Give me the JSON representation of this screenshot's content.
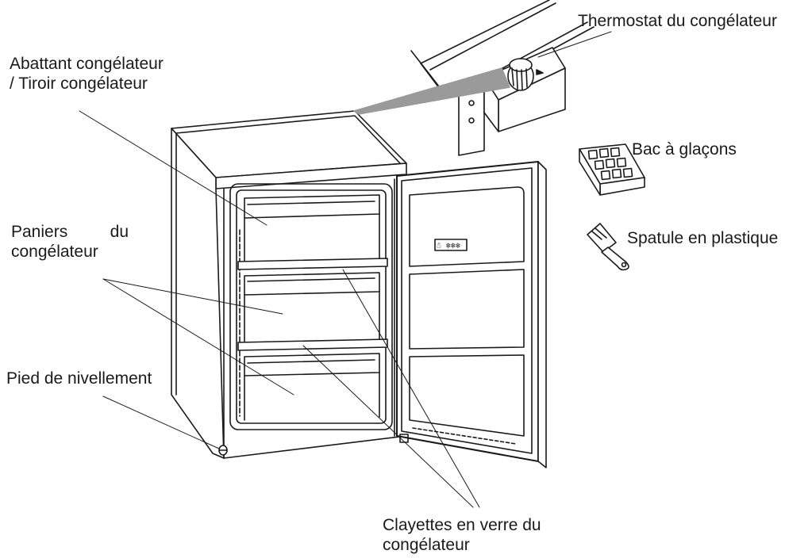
{
  "labels": {
    "thermostat": "Thermostat du congélateur",
    "flap_line1": "Abattant congélateur",
    "flap_line2": "/ Tiroir congélateur",
    "ice_tray": "Bac à glaçons",
    "spatula": "Spatule en plastique",
    "baskets_word1": "Paniers",
    "baskets_word2": "du",
    "baskets_line2": "congélateur",
    "leveling_foot": "Pied de nivellement",
    "shelves_line1": "Clayettes en verre du",
    "shelves_line2": "congélateur"
  },
  "door_badge": "☃ ❄❄❄",
  "colors": {
    "stroke": "#1a1a1a",
    "callout_wedge": "#9a9a9a",
    "background": "#ffffff"
  }
}
